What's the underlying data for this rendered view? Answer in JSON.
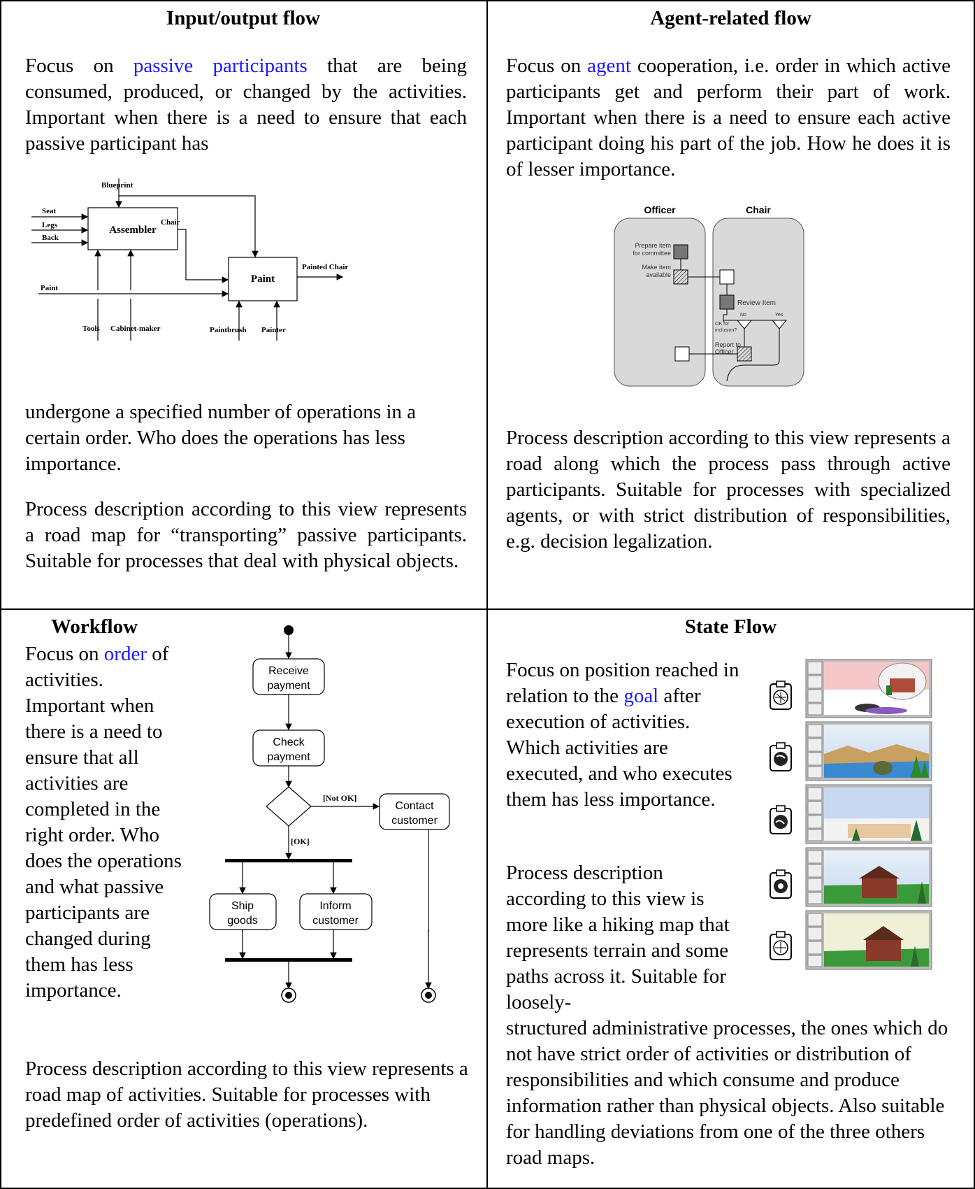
{
  "io": {
    "title": "Input/output flow",
    "p1_pre": "Focus on ",
    "p1_link": "passive participants",
    "p1_post": " that are being consumed, produced, or changed by the activities. Important when there is a need to ensure that each passive participant has",
    "p2": "undergone a specified number of operations in a certain order. Who does the operations has less importance.",
    "p3": "Process description according to this view represents a road map for “transporting” passive participants. Suitable for processes that deal with physical objects.",
    "diagram": {
      "blueprint": "Blueprint",
      "seat": "Seat",
      "legs": "Legs",
      "back": "Back",
      "assembler": "Assembler",
      "chair": "Chair",
      "paint_box": "Paint",
      "painted_chair": "Painted Chair",
      "paint_input": "Paint",
      "tools": "Tools",
      "cabinet_maker": "Cabinet-maker",
      "paintbrush": "Paintbrush",
      "painter": "Painter"
    }
  },
  "agent": {
    "title": "Agent-related flow",
    "p1_pre": "Focus on ",
    "p1_link": "agent",
    "p1_post": " cooperation, i.e. order in which active participants get and perform their part of work. Important when there is a need to ensure each active participant doing his part of the job. How he does it is of lesser importance.",
    "p2": "Process description according to this view represents a road along which the process pass through active participants. Suitable for processes with specialized agents, or with strict distribution of responsibilities, e.g. decision legalization.",
    "diagram": {
      "officer": "Officer",
      "chair": "Chair",
      "prepare_1": "Prepare item",
      "prepare_2": "for committee",
      "make_1": "Make item",
      "make_2": "available",
      "review": "Review Item",
      "no": "No",
      "yes": "Yes",
      "ok_1": "OK for",
      "ok_2": "inclusion?",
      "report_1": "Report to",
      "report_2": "Officer"
    }
  },
  "workflow": {
    "title": "Workflow",
    "p1_pre": "Focus on ",
    "p1_link": "order",
    "p1_post": " of activities. Important when there is a need to ensure that all activities are completed in the right order. Who does the operations and what passive participants are changed during them has less importance.",
    "p2": "Process description according to this view represents a road map of activities. Suitable for processes with predefined order of activities (operations).",
    "diagram": {
      "receive_1": "Receive",
      "receive_2": "payment",
      "check_1": "Check",
      "check_2": "payment",
      "not_ok": "[Not OK]",
      "ok": "[OK]",
      "contact_1": "Contact",
      "contact_2": "customer",
      "ship_1": "Ship",
      "ship_2": "goods",
      "inform_1": "Inform",
      "inform_2": "customer"
    }
  },
  "state": {
    "title": "State Flow",
    "p1_pre": "Focus on position reached in relation to the ",
    "p1_link": "goal",
    "p1_post": " after execution of activities. Which activities are executed, and who executes them has less importance.",
    "p2": "Process description according to this view is more like a hiking map that represents terrain and some paths across it. Suitable for loosely-",
    "p3": "structured administrative processes, the ones which do not have strict order of activities or distribution of responsibilities and which consume and produce information rather than physical objects. Also suitable for handling deviations from one of the three others road maps."
  },
  "colors": {
    "link": "#1a1aff",
    "swimlane": "#d9d9d9",
    "dark_box": "#777777"
  }
}
